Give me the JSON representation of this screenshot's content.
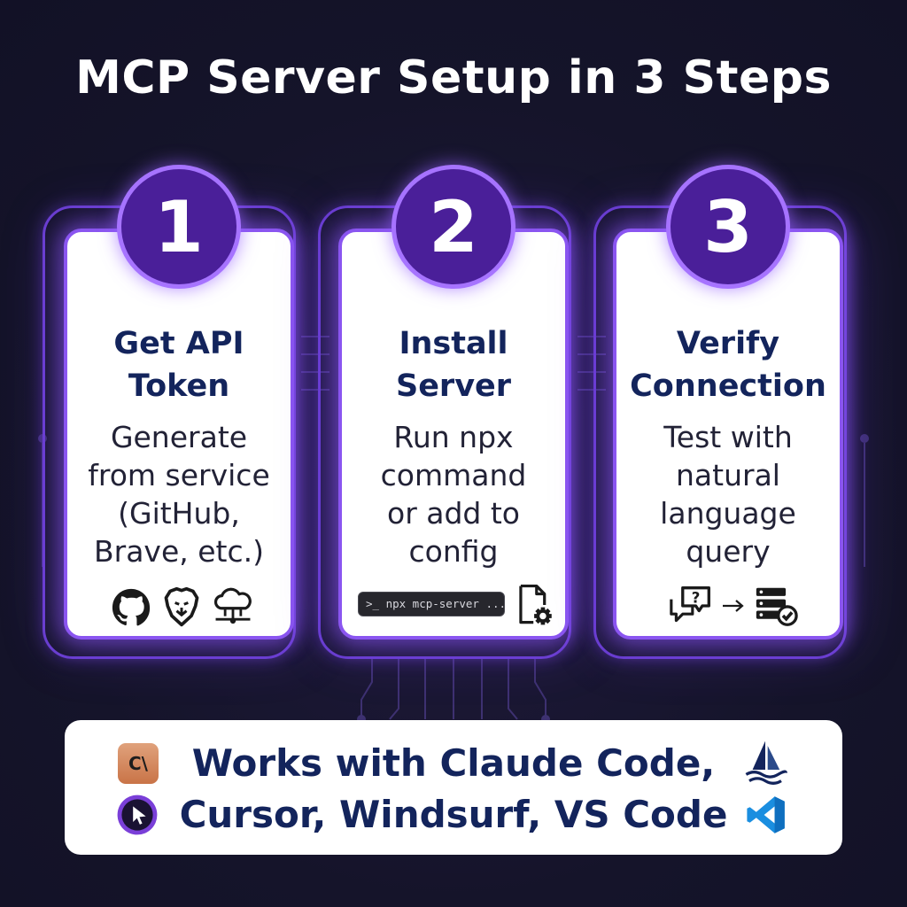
{
  "title": "MCP Server Setup in 3 Steps",
  "steps": [
    {
      "number": "1",
      "title": "Get API\nToken",
      "description": "Generate\nfrom service\n(GitHub,\nBrave, etc.)",
      "icons": [
        "github-icon",
        "brave-lion-icon",
        "cloud-network-icon"
      ]
    },
    {
      "number": "2",
      "title": "Install\nServer",
      "description": "Run npx\ncommand\nor add to\nconfig",
      "terminal_text": ">_ npx mcp-server ...",
      "icons": [
        "terminal-icon",
        "config-file-gear-icon"
      ]
    },
    {
      "number": "3",
      "title": "Verify\nConnection",
      "description": "Test with\nnatural\nlanguage\nquery",
      "icons": [
        "chat-question-icon",
        "arrow-right-icon",
        "server-check-icon"
      ]
    }
  ],
  "footer": {
    "line1": "Works with Claude  Code,",
    "line2": "Cursor, Windsurf, VS Code",
    "claude_logo_text": "C\\",
    "logos": [
      "claude-logo",
      "windsurf-logo",
      "cursor-logo",
      "vscode-logo"
    ]
  },
  "colors": {
    "background": "#16152b",
    "accent_purple": "#8a55f0",
    "badge_fill": "#4a1f99",
    "title_navy": "#13245c"
  }
}
